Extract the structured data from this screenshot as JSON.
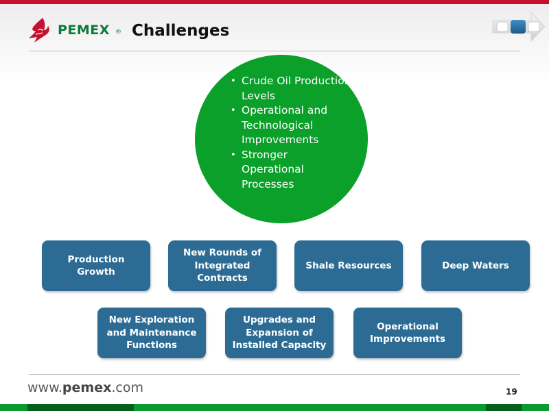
{
  "header": {
    "logo_text": "PEMEX",
    "logo_reg": "®",
    "title": "Challenges"
  },
  "circle": {
    "items": [
      "Crude Oil Production Levels",
      "Operational and Technological Improvements",
      "Stronger Operational Processes"
    ]
  },
  "boxes": [
    {
      "label": "Production Growth"
    },
    {
      "label": "New Rounds of Integrated Contracts"
    },
    {
      "label": "Shale Resources"
    },
    {
      "label": "Deep Waters"
    },
    {
      "label": "New Exploration and Maintenance Functions"
    },
    {
      "label": "Upgrades and Expansion of Installed Capacity"
    },
    {
      "label": "Operational Improvements"
    }
  ],
  "footer": {
    "url_prefix": "www.",
    "url_brand": "pemex",
    "url_suffix": ".com",
    "page_number": "19"
  },
  "colors": {
    "brand_red": "#c8102e",
    "brand_green": "#0b7a3b",
    "circle_green": "#0aa02a",
    "box_blue": "#2c6c94"
  },
  "icons": {
    "logo": "pemex-eagle-flame-icon",
    "nav": "slide-nav-icon"
  }
}
